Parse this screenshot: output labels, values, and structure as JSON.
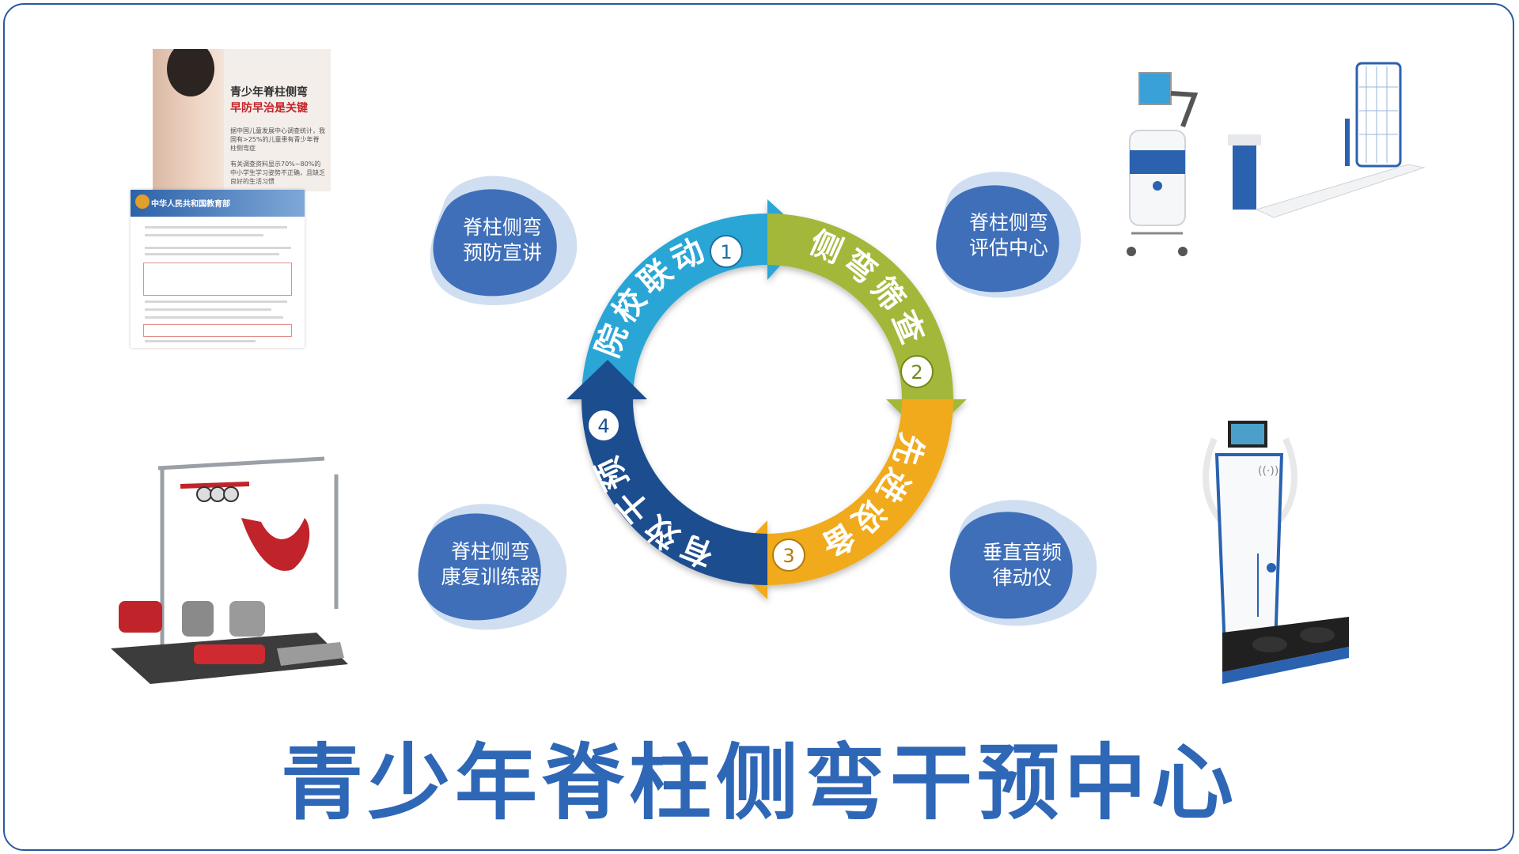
{
  "title": "青少年脊柱侧弯干预中心",
  "cycle": [
    {
      "label": "院校联动",
      "number": "1",
      "color": "#2aa6d6"
    },
    {
      "label": "侧弯筛查",
      "number": "2",
      "color": "#a3b83a"
    },
    {
      "label": "先进设备",
      "number": "3",
      "color": "#f0aa1f"
    },
    {
      "label": "有效干预",
      "number": "4",
      "color": "#1c4d8f"
    }
  ],
  "blobs": [
    {
      "line1": "脊柱侧弯",
      "line2": "预防宣讲"
    },
    {
      "line1": "脊柱侧弯",
      "line2": "评估中心"
    },
    {
      "line1": "脊柱侧弯",
      "line2": "康复训练器"
    },
    {
      "line1": "垂直音频",
      "line2": "律动仪"
    }
  ],
  "poster": {
    "headline1": "青少年脊柱侧弯",
    "headline2": "早防早治是关键",
    "para1": "据中国儿童发展中心调查统计，我国有>25%的儿童患有青少年脊柱侧弯症",
    "para2": "有关调查资料显示70%~80%的中小学生学习姿势不正确，且缺乏良好的生活习惯",
    "ministry": "中华人民共和国教育部"
  },
  "colors": {
    "title": "#2f67b7",
    "blob": "#3f6fb9",
    "frame": "#2a5aa0"
  }
}
